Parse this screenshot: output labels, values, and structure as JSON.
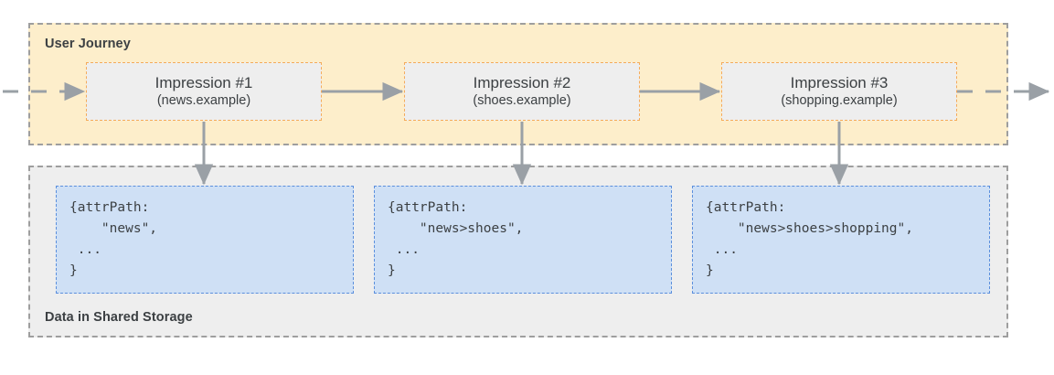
{
  "diagram": {
    "title": "User Journey and Shared Storage attrPath accumulation",
    "journey": {
      "label": "User Journey",
      "background_color": "#fdeecb",
      "border_color": "#9e9e9e",
      "impressions": [
        {
          "title": "Impression #1",
          "site": "(news.example)"
        },
        {
          "title": "Impression #2",
          "site": "(shoes.example)"
        },
        {
          "title": "Impression #3",
          "site": "(shopping.example)"
        }
      ]
    },
    "storage": {
      "label": "Data in Shared Storage",
      "background_color": "#eeeeee",
      "border_color": "#9e9e9e",
      "box_fill_color": "#cfe0f5",
      "box_border_color": "#5b8fdd",
      "records": [
        {
          "code": "{attrPath:\n    \"news\",\n ...\n}"
        },
        {
          "code": "{attrPath:\n    \"news>shoes\",\n ...\n}"
        },
        {
          "code": "{attrPath:\n    \"news>shoes>shopping\",\n ...\n}"
        }
      ]
    },
    "arrows": {
      "flow_color": "#9aa0a6",
      "impression_border_color": "#f5ab5a"
    }
  }
}
